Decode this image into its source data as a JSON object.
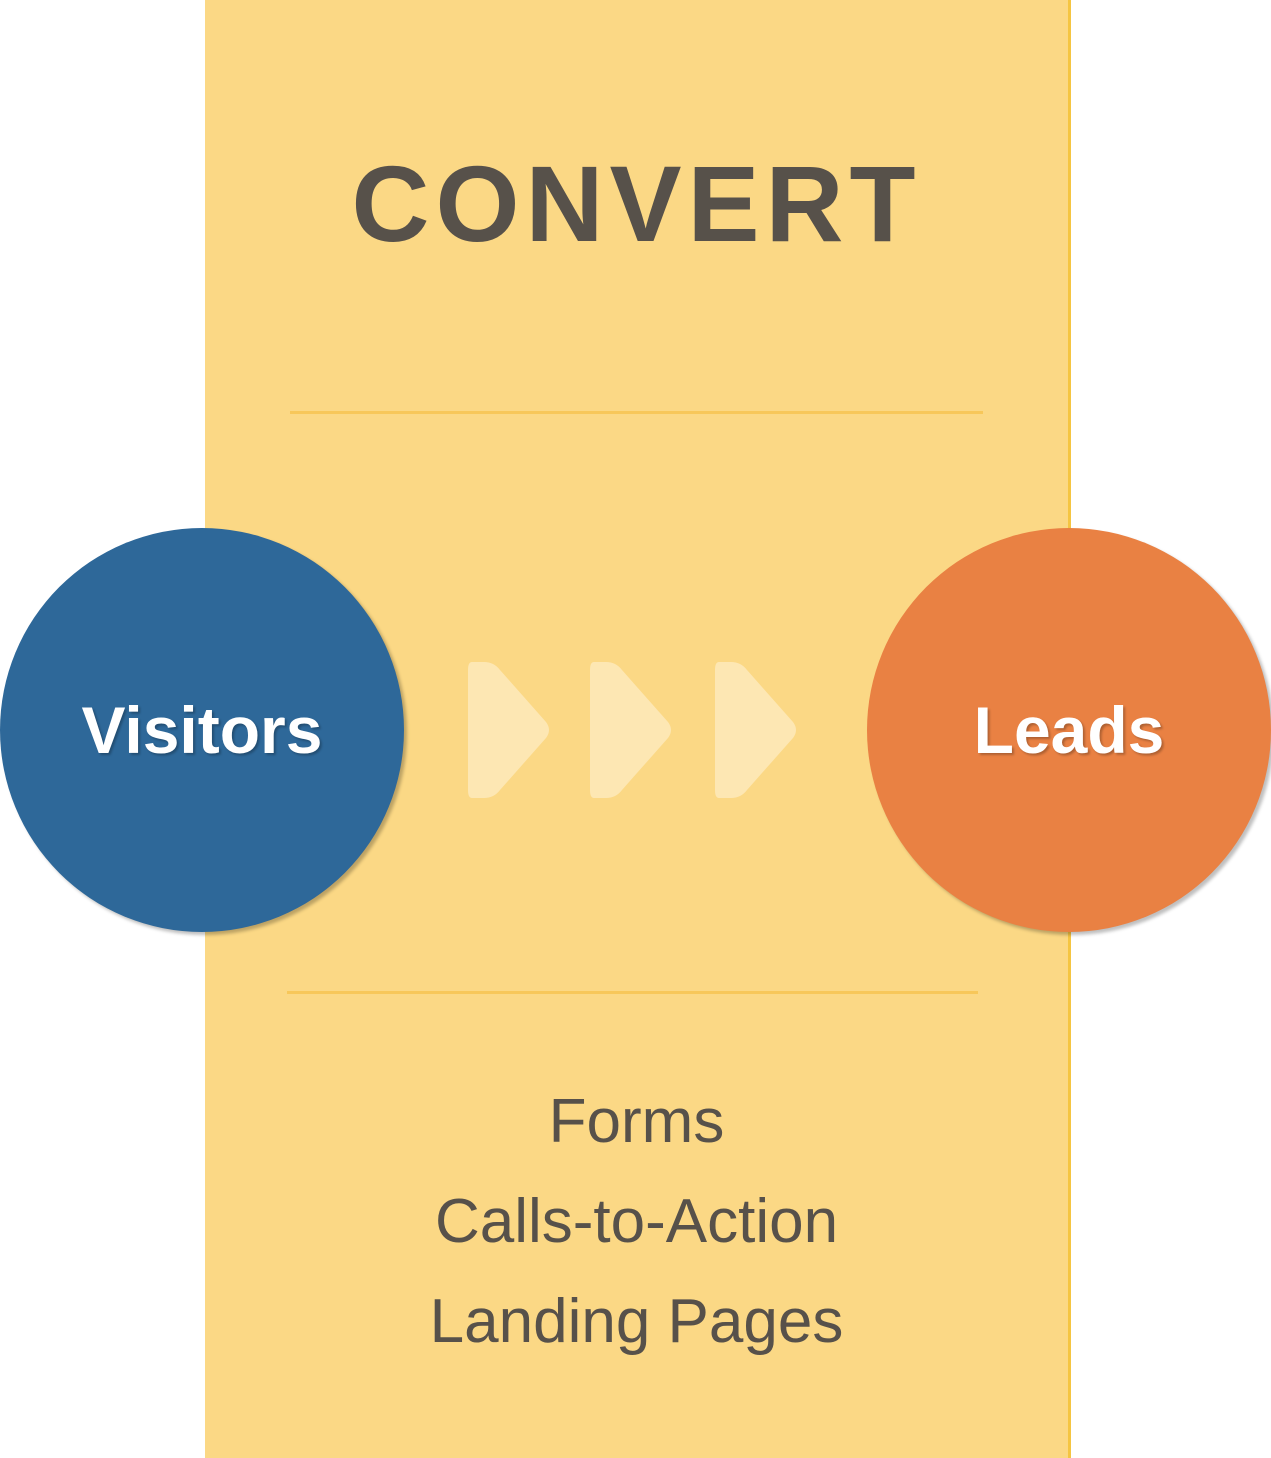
{
  "title": "CONVERT",
  "from_stage": {
    "label": "Visitors",
    "color": "#2e6899"
  },
  "to_stage": {
    "label": "Leads",
    "color": "#e98143"
  },
  "arrow_icon": "chevron-right-icon",
  "panel_color": "#fbd885",
  "tools": [
    {
      "label": "Forms"
    },
    {
      "label": "Calls-to-Action"
    },
    {
      "label": "Landing Pages"
    }
  ]
}
